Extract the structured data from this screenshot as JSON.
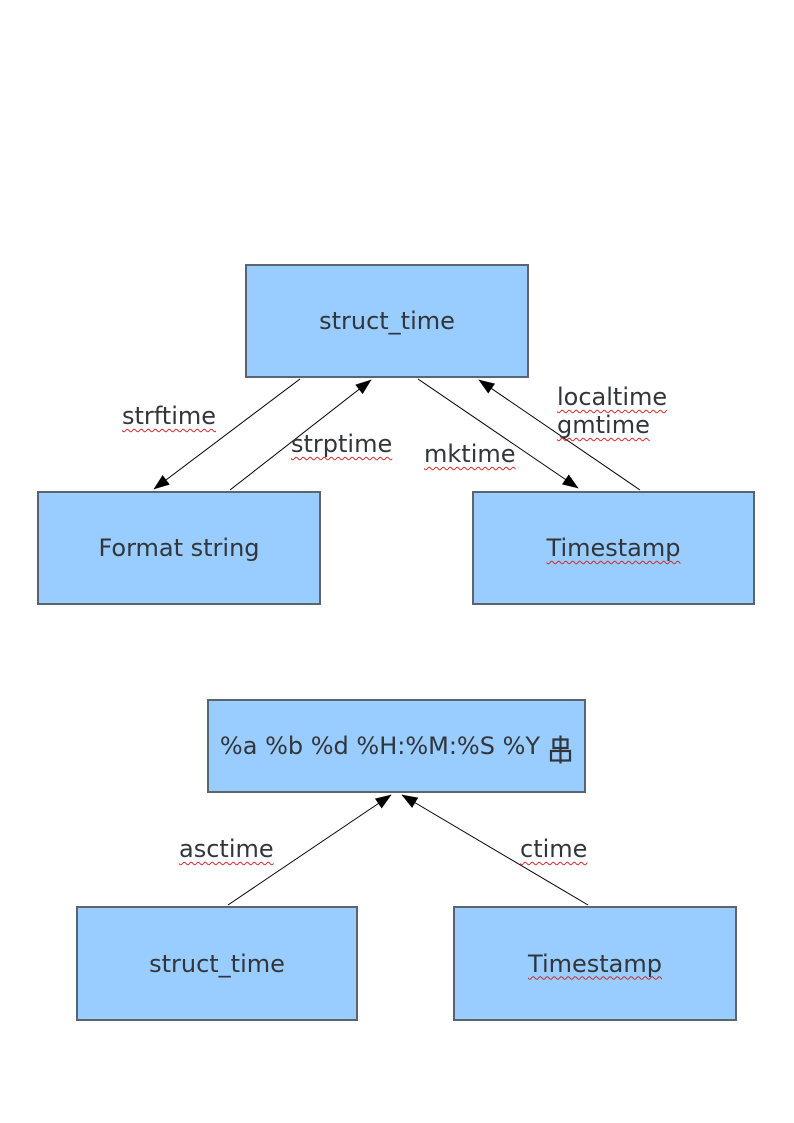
{
  "colors": {
    "page_background": "#ffffff",
    "node_fill": "#99ccff",
    "node_border": "#5b6570",
    "node_text": "#32363b",
    "connector": "#000000",
    "spellcheck_underline": "#cf2a2a"
  },
  "diagram1": {
    "nodes": {
      "struct_time": {
        "label": "struct_time"
      },
      "format_string": {
        "label": "Format string"
      },
      "timestamp": {
        "label": "Timestamp"
      }
    },
    "edges": {
      "strftime": {
        "label": "strftime",
        "from": "struct_time",
        "to": "format_string"
      },
      "strptime": {
        "label": "strptime",
        "from": "format_string",
        "to": "struct_time"
      },
      "mktime": {
        "label": "mktime",
        "from": "timestamp",
        "to": "struct_time"
      },
      "localtime_gmtime": {
        "label_line1": "localtime",
        "label_line2": "gmtime",
        "from": "struct_time",
        "to": "timestamp"
      }
    }
  },
  "diagram2": {
    "nodes": {
      "format_pattern": {
        "label_full": "%a %b %d %H:%M:%S %Y 串",
        "label_ascii": "%a %b %d %H:%M:%S %Y",
        "label_cjk": "串"
      },
      "struct_time": {
        "label": "struct_time"
      },
      "timestamp": {
        "label": "Timestamp"
      }
    },
    "edges": {
      "asctime": {
        "label": "asctime",
        "from": "struct_time",
        "to": "format_pattern"
      },
      "ctime": {
        "label": "ctime",
        "from": "timestamp",
        "to": "format_pattern"
      }
    }
  }
}
